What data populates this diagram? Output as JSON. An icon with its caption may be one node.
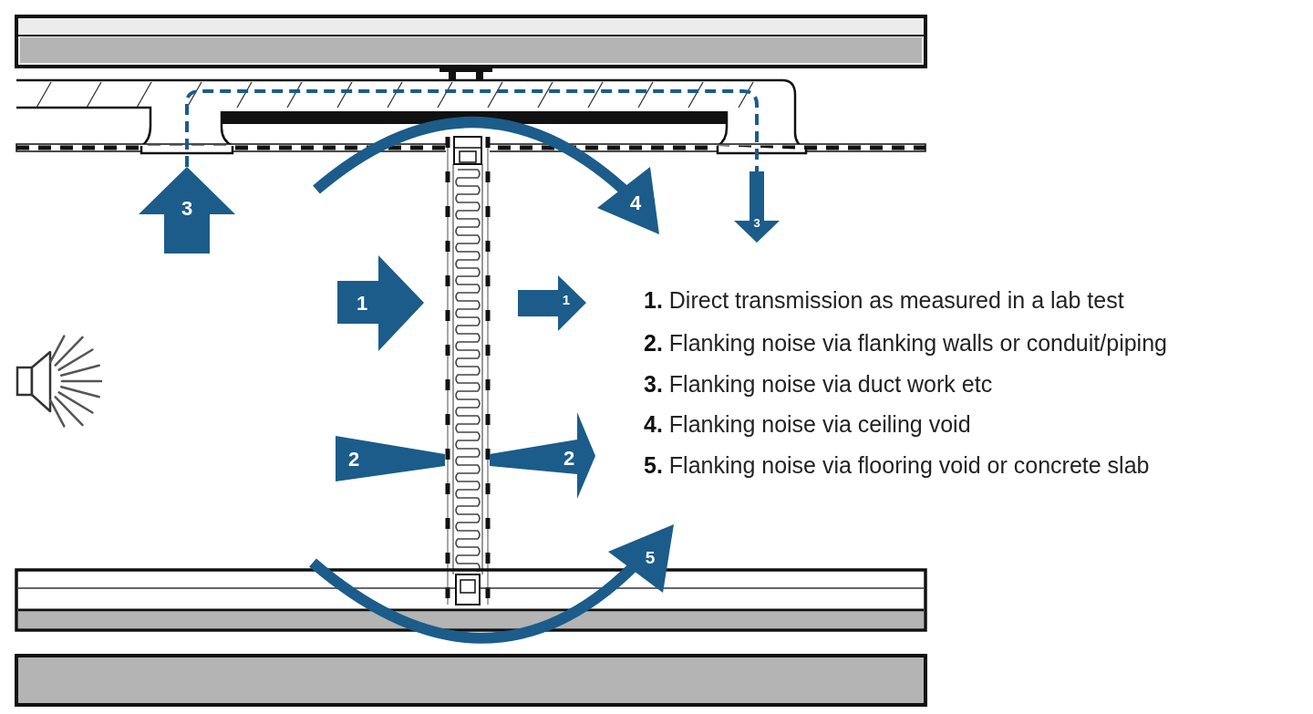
{
  "diagram": {
    "labels": [
      "3",
      "4",
      "3",
      "1",
      "1",
      "2",
      "2",
      "5",
      "**1.** Direct transmission as measured in a lab test",
      "**2.** Flanking noise via flanking walls or conduit/piping",
      "**3.** Flanking noise via duct work etc",
      "**4.** Flanking noise via ceiling void",
      "**5.** Flanking noise via flooring void or concrete slab"
    ]
  }
}
